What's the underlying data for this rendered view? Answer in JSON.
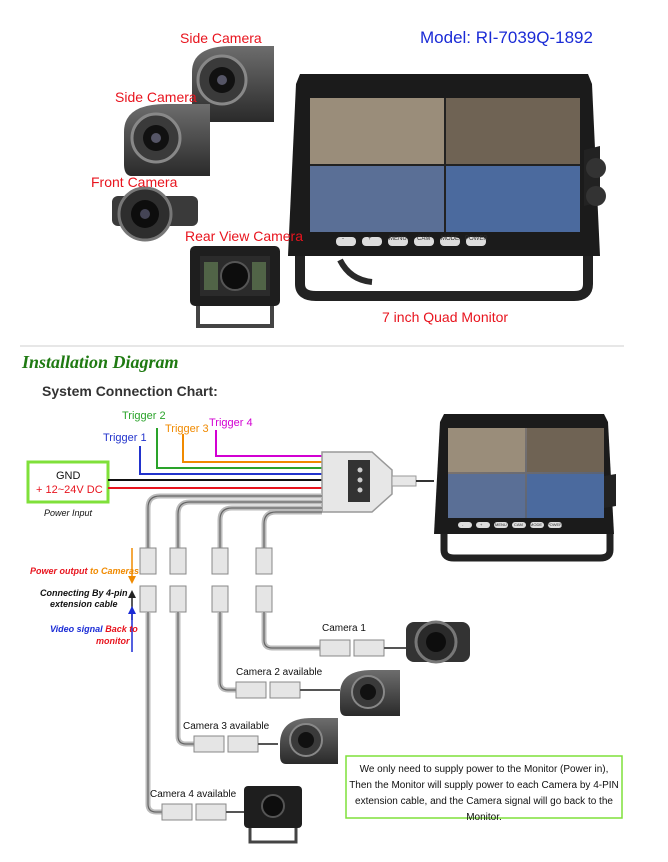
{
  "header": {
    "model_label": "Model: RI-7039Q-1892",
    "monitor_caption": "7 inch Quad Monitor"
  },
  "product_labels": {
    "side_camera_1": "Side Camera",
    "side_camera_2": "Side Camera",
    "front_camera": "Front Camera",
    "rear_view_camera": "Rear View Camera"
  },
  "monitor_buttons": [
    "-",
    "+",
    "MENU",
    "CAM",
    "MODE",
    "POWER"
  ],
  "small_monitor_buttons": [
    "-",
    "+",
    "MENU",
    "CAM",
    "MODE",
    "POWER"
  ],
  "section": {
    "title": "Installation Diagram",
    "chart_title": "System Connection Chart:"
  },
  "triggers": {
    "t1": "Trigger 1",
    "t2": "Trigger 2",
    "t3": "Trigger 3",
    "t4": "Trigger 4"
  },
  "power": {
    "gnd": "GND",
    "voltage": "+ 12~24V DC",
    "input_label": "Power Input"
  },
  "annotations": {
    "power_output_a": "Power output",
    "power_output_b": "to Cameras",
    "connecting_a": "Connecting By 4-pin",
    "connecting_b": "extension cable",
    "video_a": "Video signal",
    "video_b": "Back to",
    "video_c": "monitor"
  },
  "cameras": {
    "c1": "Camera 1",
    "c2": "Camera 2 available",
    "c3": "Camera 3 available",
    "c4": "Camera 4 available"
  },
  "note": {
    "line1": "We only need to supply power to the Monitor (Power in),",
    "line2": "Then the Monitor will supply power to each Camera by 4-PIN",
    "line3": "extension cable, and the Camera signal will go back to the Monitor."
  },
  "colors": {
    "label_red": "#e8141e",
    "model_blue": "#1a2bd6",
    "section_green": "#1f7a12",
    "trigger1": "#2233cc",
    "trigger2": "#2aa32a",
    "trigger3": "#f08a00",
    "trigger4": "#d200d2",
    "power_box": "#7fe03a",
    "note_box": "#7fe03a"
  }
}
